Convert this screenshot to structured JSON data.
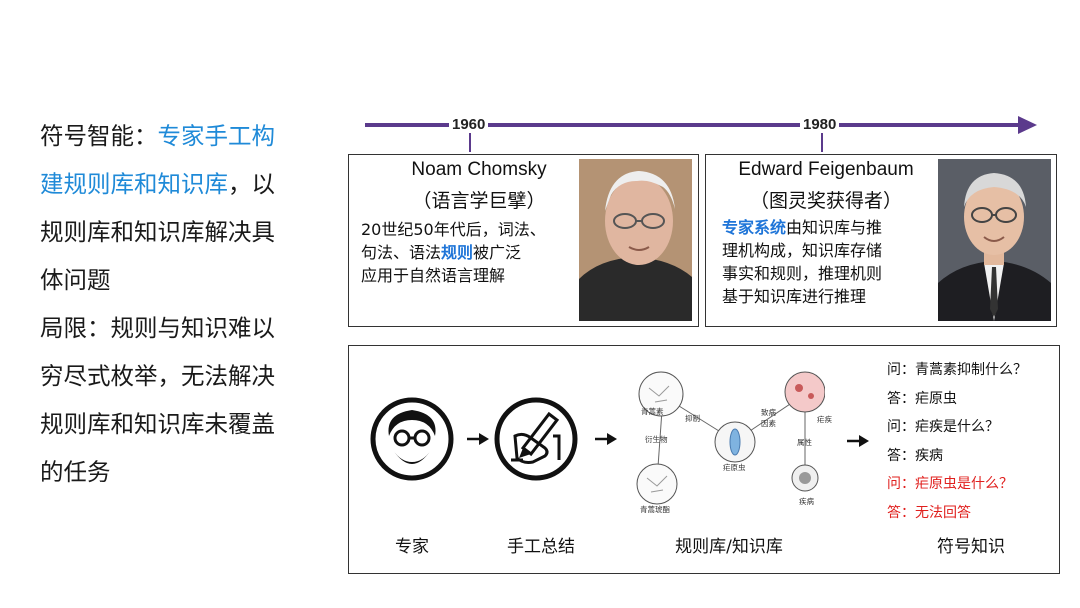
{
  "left": {
    "l1_a": "符号智能：",
    "l1_b": "专家手工构",
    "l2_a": "建规则库和知识库",
    "l2_b": "，以",
    "l3": "规则库和知识库解决具",
    "l4": "体问题",
    "l5": "局限：规则与知识难以",
    "l6": "穷尽式枚举，无法解决",
    "l7": "规则库和知识库未覆盖",
    "l8": "的任务"
  },
  "timeline": {
    "year1": "1960",
    "year2": "1980",
    "colors": {
      "line": "#5b3a8c"
    }
  },
  "chomsky": {
    "name": "Noam Chomsky",
    "role": "（语言学巨擘）",
    "d1": "20世纪50年代后，词法、",
    "d2a": "句法、语法",
    "d2b": "规则",
    "d2c": "被广泛",
    "d3": "应用于自然语言理解"
  },
  "feigenbaum": {
    "name": "Edward Feigenbaum",
    "role": "（图灵奖获得者）",
    "d1a": "专家系统",
    "d1b": "由知识库与推",
    "d2": "理机构成，知识库存储",
    "d3": "事实和规则，推理机则",
    "d4": "基于知识库进行推理"
  },
  "process": {
    "labels": {
      "expert": "专家",
      "manual": "手工总结",
      "kb": "规则库/知识库",
      "symbolic": "符号知识"
    },
    "icons": [
      "expert-face-icon",
      "hand-writing-icon",
      "arrow-right-icon"
    ],
    "kg": {
      "n1": "青蒿素",
      "n2": "疟原虫",
      "n3": "疟疾",
      "n4": "疾病",
      "n5": "青蒿琥酯",
      "e1": "抑制",
      "e2": "衍生物",
      "e3a": "致病",
      "e3b": "因素",
      "e4": "属性"
    },
    "qa": {
      "q1": "问：青蒿素抑制什么？",
      "a1": "答：疟原虫",
      "q2": "问：疟疾是什么？",
      "a2": "答：疾病",
      "q3": "问：疟原虫是什么？",
      "a3": "答：无法回答"
    }
  }
}
